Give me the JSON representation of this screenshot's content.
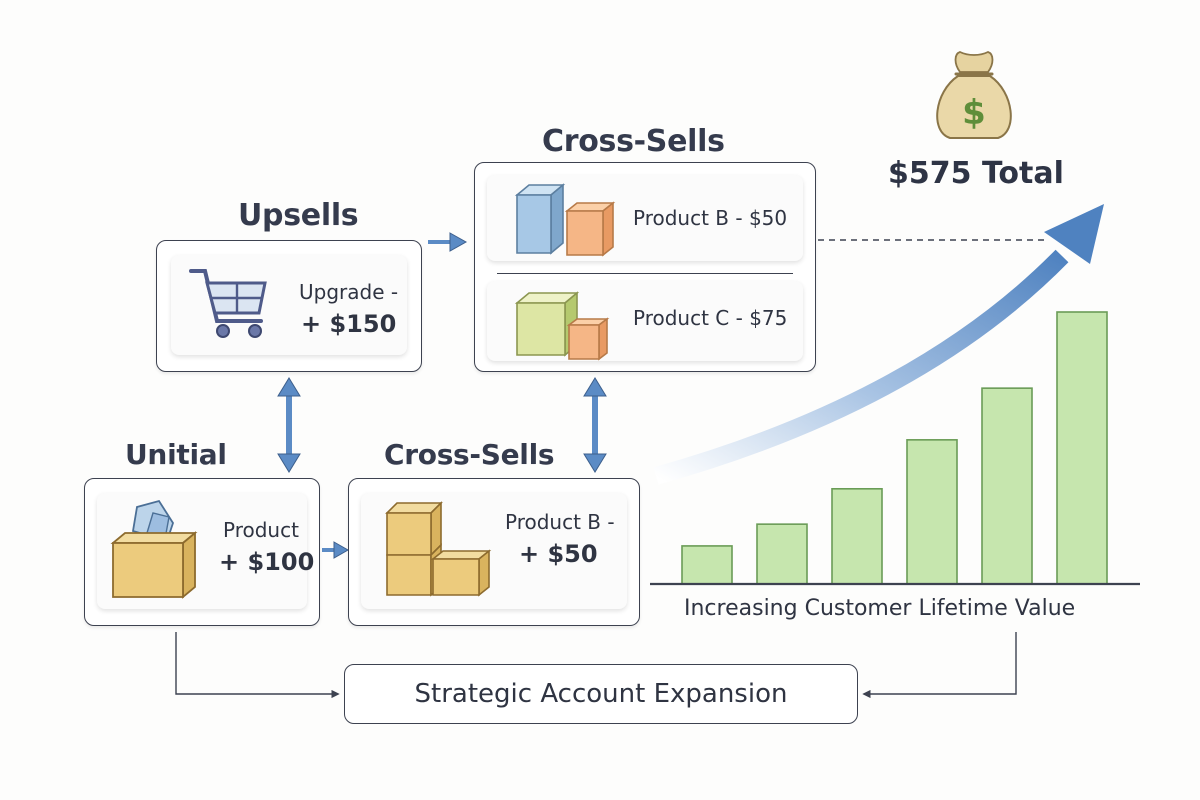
{
  "titles": {
    "upsells": "Upsells",
    "crosssells_top": "Cross-Sells",
    "initial": "Unitial",
    "crosssells_bottom": "Cross-Sells"
  },
  "upsell_box": {
    "line1": "Upgrade -",
    "line2": "+ $150",
    "icon": "shopping-cart-icon"
  },
  "crosssell_top_box": {
    "item_b": "Product B - $50",
    "item_c": "Product C - $75",
    "icons": [
      "blue-orange-cubes-icon",
      "green-orange-cubes-icon"
    ]
  },
  "initial_box": {
    "line1": "Product",
    "line2": "+ $100",
    "icon": "open-box-icon"
  },
  "crosssell_bottom_box": {
    "line1": "Product B -",
    "line2": "+ $50",
    "icon": "stacked-boxes-icon"
  },
  "total": {
    "label": "$575 Total",
    "icon": "money-bag-icon"
  },
  "footer": {
    "label": "Strategic Account Expansion"
  },
  "chart_data": {
    "type": "bar",
    "title": "",
    "xlabel": "Increasing Customer Lifetime Value",
    "ylabel": "",
    "categories": [
      "",
      "",
      "",
      "",
      "",
      ""
    ],
    "values": [
      14,
      22,
      35,
      53,
      72,
      100
    ],
    "ylim": [
      0,
      100
    ],
    "grid": false,
    "trend_arrow": true
  },
  "colors": {
    "bar_fill": "#c6e6ae",
    "bar_stroke": "#6a9c56",
    "arrow": "#5b8bc5",
    "border": "#3d4250",
    "text": "#2f3442"
  }
}
